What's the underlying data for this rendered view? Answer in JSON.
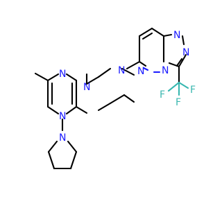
{
  "molecule": {
    "colors": {
      "carbon": "#000000",
      "nitrogen": "#1a1aff",
      "fluorine": "#3cb7b0",
      "background": "#ffffff"
    },
    "atom_labels": {
      "n_pyrimidine_top": "N",
      "n_pyrimidine_bottom": "N",
      "n_pyrrolidine": "N",
      "n_piperazine_left": "N",
      "n_piperazine_right": "N",
      "n_pyridazine_1": "N",
      "n_pyridazine_2": "N",
      "n_triazole_1": "N",
      "n_triazole_2": "N",
      "f_1": "F",
      "f_2": "F",
      "f_3": "F"
    }
  }
}
